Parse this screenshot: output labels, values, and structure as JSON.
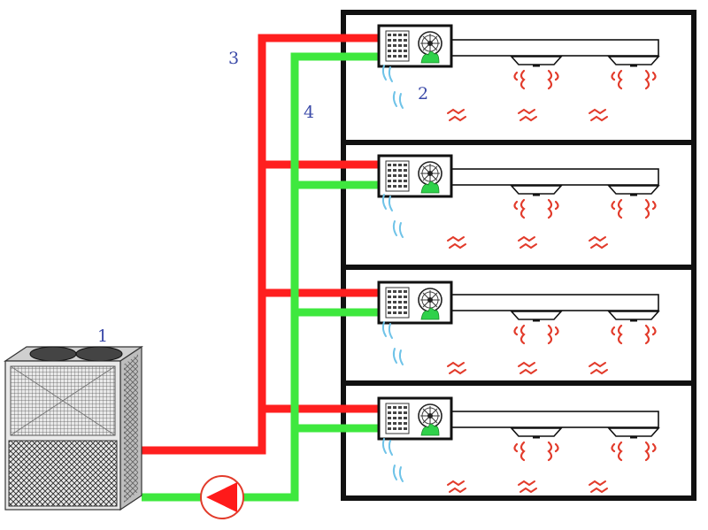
{
  "labels": {
    "outdoor_unit": "1",
    "fan_coil": "2",
    "supply_pipe": "3",
    "return_pipe": "4"
  },
  "colors": {
    "supply_pipe": "#ff1f1f",
    "return_pipe": "#3ee83e",
    "building_frame": "#111111",
    "heat_waves": "#e23b2b",
    "condensate": "#6fc3e8",
    "label_text": "#3b4aa8",
    "pump_triangle": "#ff1a1a"
  },
  "floors": [
    {
      "id": "floor-4"
    },
    {
      "id": "floor-3"
    },
    {
      "id": "floor-2"
    },
    {
      "id": "floor-1"
    }
  ]
}
